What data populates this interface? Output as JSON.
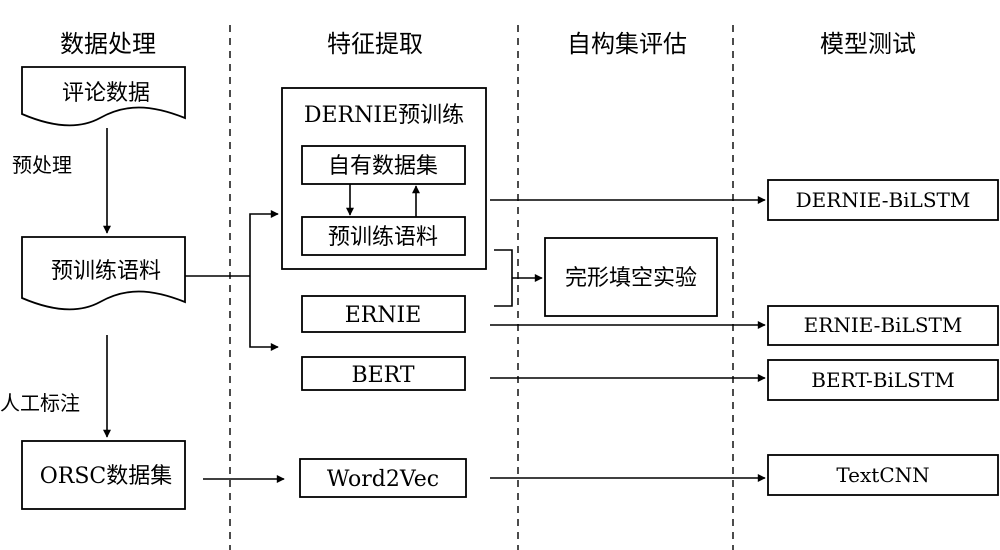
{
  "stages": [
    "数据处理",
    "特征提取",
    "自构集评估",
    "模型测试"
  ],
  "nodes": {
    "comment_data": "评论数据",
    "preprocess": "预处理",
    "pretrain_corpus": "预训练语料",
    "manual_label": "人工标注",
    "orsc_dataset": "ORSC数据集",
    "dernie_pretrain": "DERNIE预训练",
    "own_dataset": "自有数据集",
    "pretrain_corpus_inner": "预训练语料",
    "ernie": "ERNIE",
    "bert": "BERT",
    "word2vec": "Word2Vec",
    "cloze_test": "完形填空实验",
    "dernie_bilstm": "DERNIE-BiLSTM",
    "ernie_bilstm": "ERNIE-BiLSTM",
    "bert_bilstm": "BERT-BiLSTM",
    "textcnn": "TextCNN"
  }
}
